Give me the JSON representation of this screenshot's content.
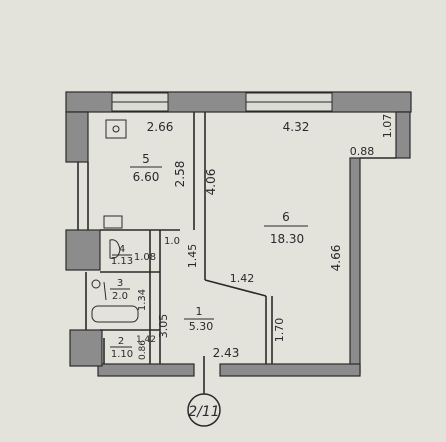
{
  "rooms": [
    {
      "number": "5",
      "area": "6.60"
    },
    {
      "number": "6",
      "area": "18.30"
    },
    {
      "number": "1",
      "area": "5.30"
    },
    {
      "number": "4",
      "area": "1.13"
    },
    {
      "number": "3",
      "area": "2.0"
    },
    {
      "number": "2",
      "area": "1.10"
    }
  ],
  "dimensions": {
    "kitchen_width": "2.66",
    "kitchen_length": "2.58",
    "main_width": "4.32",
    "main_length": "4.66",
    "wall_right": "1.07",
    "window_step": "0.88",
    "partition": "4.06",
    "hall_a": "1.45",
    "hall_b": "1.42",
    "hall_c": "1.70",
    "hall_d": "3.05",
    "hall_e": "2.43",
    "bath_a": "1.34",
    "wc_a": "1.08",
    "wc_b": "1.0",
    "small_a": "1.42",
    "small_b": "0.86"
  },
  "grid_axis": "2/11",
  "colors": {
    "paper": "#e3e3dc",
    "ink": "#2a2a2c",
    "wall": "#8c8c8c"
  }
}
